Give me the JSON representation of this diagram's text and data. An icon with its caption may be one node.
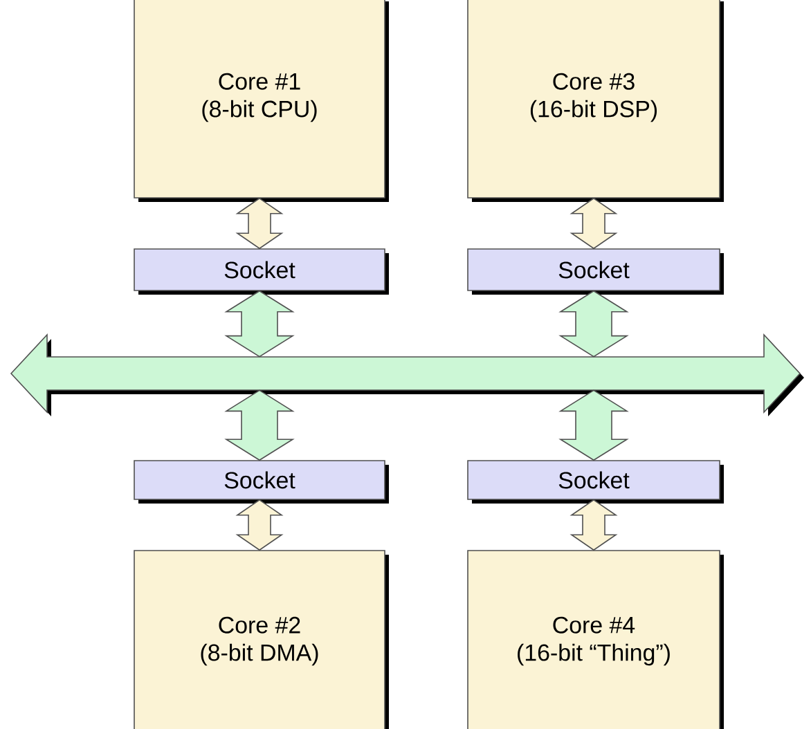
{
  "diagram": {
    "nodes": [
      {
        "text": [
          "Core #1",
          "(8-bit CPU)"
        ]
      },
      {
        "text": [
          "Core #3",
          "(16-bit DSP)"
        ]
      },
      {
        "text": [
          "Socket"
        ]
      },
      {
        "text": [
          "Socket"
        ]
      },
      {
        "text": [],
        "shape": "bar"
      },
      {
        "text": [
          "Socket"
        ]
      },
      {
        "text": [
          "Socket"
        ]
      },
      {
        "text": [
          "Core #2",
          "(8-bit DMA)"
        ]
      },
      {
        "text": [
          "Core #4",
          "(16-bit “Thing”)"
        ]
      }
    ],
    "edges": [
      {
        "from": 0,
        "to": 2,
        "arrow": "both"
      },
      {
        "from": 1,
        "to": 3,
        "arrow": "both"
      },
      {
        "from": 2,
        "to": 4,
        "arrow": "both"
      },
      {
        "from": 3,
        "to": 4,
        "arrow": "both"
      },
      {
        "from": 4,
        "to": 5,
        "arrow": "both"
      },
      {
        "from": 4,
        "to": 6,
        "arrow": "both"
      },
      {
        "from": 5,
        "to": 7,
        "arrow": "both"
      },
      {
        "from": 6,
        "to": 8,
        "arrow": "both"
      }
    ]
  }
}
